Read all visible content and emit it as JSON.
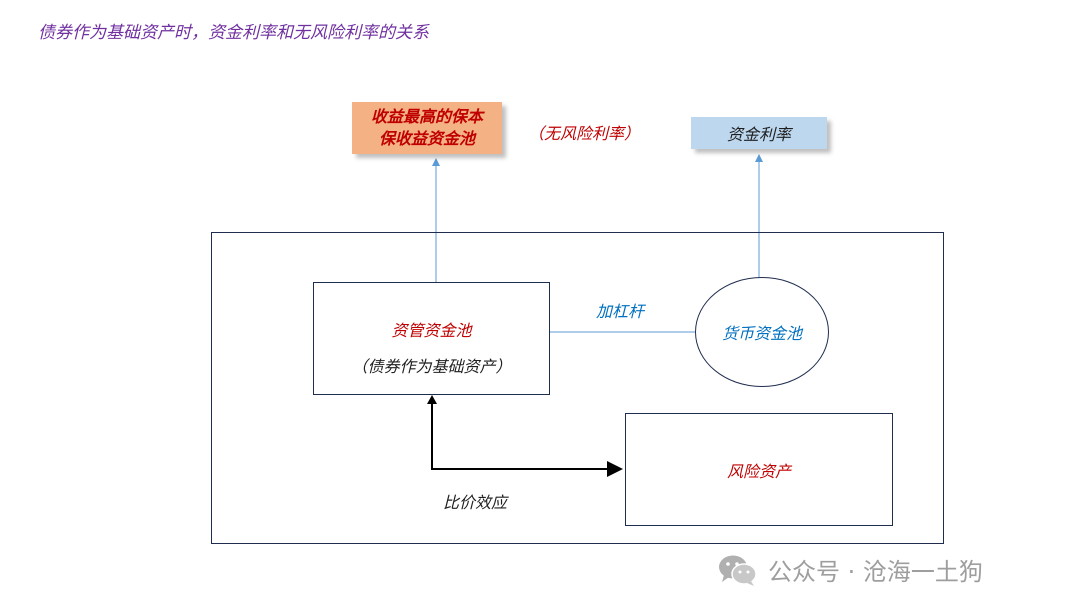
{
  "title": "债券作为基础资产时，资金利率和无风险利率的关系",
  "risk_free_box": {
    "line1": "收益最高的保本",
    "line2": "保收益资金池"
  },
  "risk_free_label": "（无风险利率）",
  "funding_rate_box": "资金利率",
  "am_pool": {
    "title": "资管资金池",
    "subtitle": "（债券作为基础资产）"
  },
  "money_pool": "货币资金池",
  "leverage_label": "加杠杆",
  "risk_asset": "风险资产",
  "parity_label": "比价效应",
  "watermark": {
    "text": "公众号 · 沧海一土狗",
    "icon": "wechat-icon"
  },
  "colors": {
    "title": "#7030a0",
    "accent_red": "#c00000",
    "accent_blue": "#0070c0",
    "risk_free_fill": "#f4b183",
    "funding_fill": "#bdd7ee",
    "frame": "#1f2d4f",
    "arrow_blue": "#5b9bd5"
  }
}
